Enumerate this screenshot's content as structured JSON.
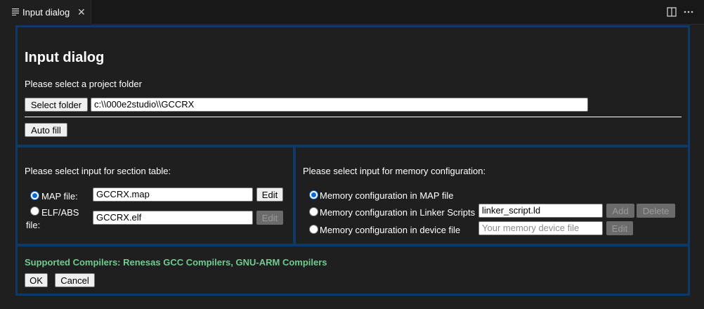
{
  "tab": {
    "label": "Input dialog",
    "close": "✕"
  },
  "header": {
    "title": "Input dialog",
    "folder_prompt": "Please select a project folder",
    "select_folder_label": "Select folder",
    "folder_path": "c:\\\\000e2studio\\\\GCCRX",
    "auto_fill_label": "Auto fill"
  },
  "section_table": {
    "prompt": "Please select input for section table:",
    "map_label": "MAP file:",
    "map_value": "GCCRX.map",
    "map_edit_label": "Edit",
    "elf_label_line1": "ELF/ABS",
    "elf_label_line2": "file:",
    "elf_value": "GCCRX.elf",
    "elf_edit_label": "Edit",
    "selected": "map"
  },
  "memory_config": {
    "prompt": "Please select input for memory configuration:",
    "option_map": "Memory configuration in MAP file",
    "option_linker": "Memory configuration in Linker Scripts",
    "option_device": "Memory configuration in device file",
    "linker_value": "linker_script.ld",
    "add_label": "Add",
    "delete_label": "Delete",
    "device_placeholder": "Your memory device file",
    "device_edit_label": "Edit",
    "selected": "map"
  },
  "footer": {
    "supported": "Supported Compilers: Renesas GCC Compilers, GNU-ARM Compilers",
    "ok_label": "OK",
    "cancel_label": "Cancel"
  },
  "colors": {
    "panel_border": "#0e3a6a",
    "accent_green": "#73c991",
    "radio_blue": "#0b68d6"
  }
}
